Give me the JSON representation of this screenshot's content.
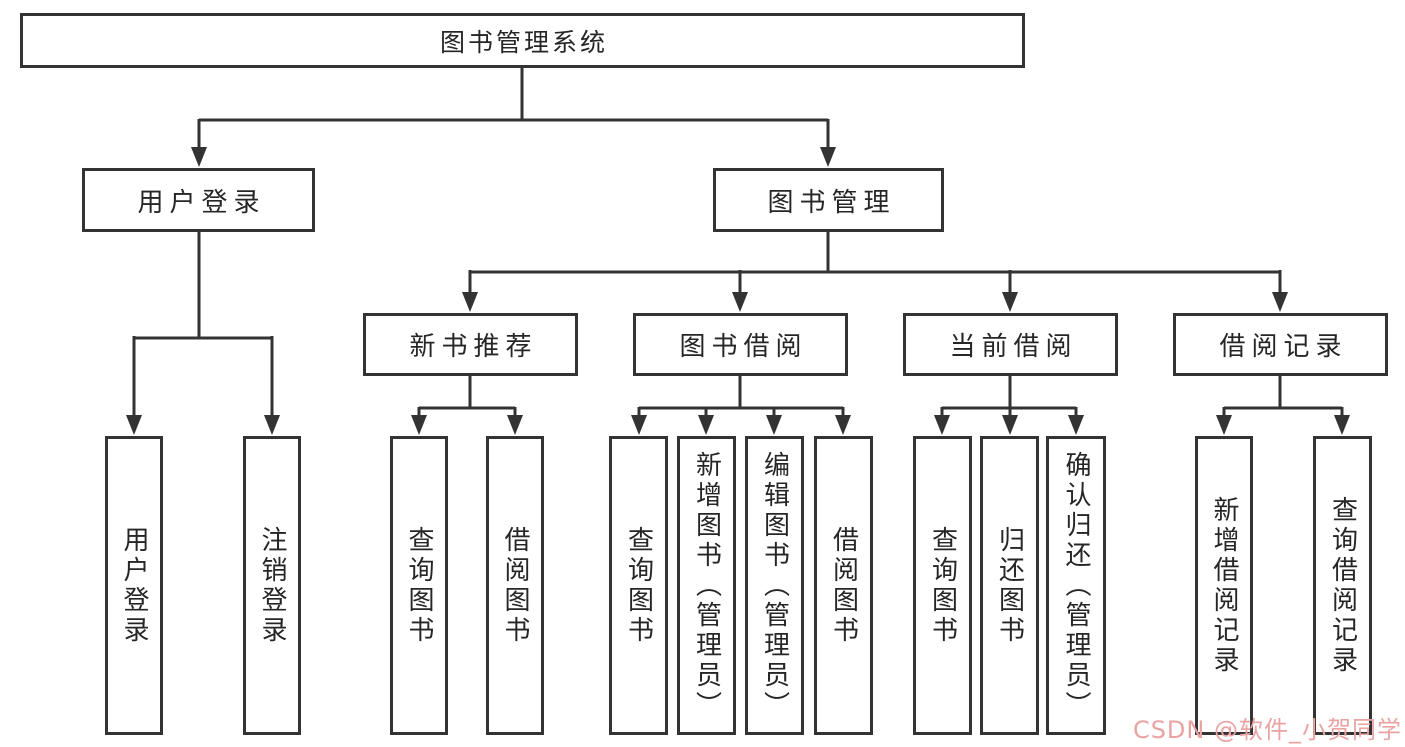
{
  "diagram": {
    "root": "图书管理系统",
    "branches": {
      "user_login": "用户登录",
      "book_mgmt": "图书管理"
    },
    "modules": {
      "new_books": "新书推荐",
      "book_borrow": "图书借阅",
      "current_borrow": "当前借阅",
      "borrow_records": "借阅记录"
    },
    "leaves": {
      "user_login": [
        "用户登录",
        "注销登录"
      ],
      "new_books": [
        "查询图书",
        "借阅图书"
      ],
      "book_borrow": [
        "查询图书",
        "新增图书（管理员）",
        "编辑图书（管理员）",
        "借阅图书"
      ],
      "current_borrow": [
        "查询图书",
        "归还图书",
        "确认归还（管理员）"
      ],
      "borrow_records": [
        "新增借阅记录",
        "查询借阅记录"
      ]
    }
  },
  "watermark": "CSDN @软件_小贺同学",
  "colors": {
    "line": "#333333",
    "border": "#333333",
    "text": "#262626",
    "watermark": "#eaa3a3",
    "background": "#ffffff"
  }
}
